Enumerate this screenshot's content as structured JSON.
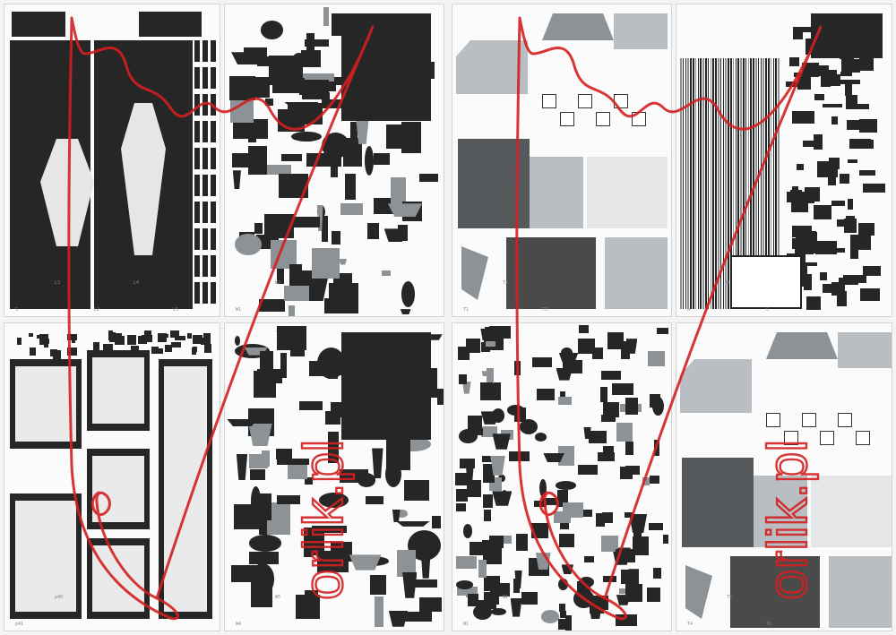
{
  "watermark_text": "orlik.pl",
  "colors": {
    "dark": "#262626",
    "light_grey": "#b9bec2",
    "mid_grey": "#8d9296",
    "paper": "#fbfbfb",
    "red": "#d42020"
  },
  "sheets": [
    {
      "name": "sheet-1",
      "style": "dark-panels",
      "labels": [
        "S",
        "L3",
        "L2",
        "L4",
        "L5"
      ]
    },
    {
      "name": "sheet-2",
      "style": "parts",
      "labels": [
        "W1",
        "W2"
      ]
    },
    {
      "name": "sheet-3",
      "style": "grey-panels",
      "labels": [
        "T1",
        "T2",
        "T3"
      ]
    },
    {
      "name": "sheet-4",
      "style": "strips",
      "labels": [
        "A",
        "B",
        "C"
      ]
    },
    {
      "name": "sheet-5",
      "style": "dark-boxes",
      "labels": [
        "p41",
        "p40"
      ]
    },
    {
      "name": "sheet-6",
      "style": "parts",
      "labels": [
        "W4",
        "W5"
      ]
    },
    {
      "name": "sheet-7",
      "style": "small-parts",
      "labels": [
        "N1",
        "N2"
      ]
    },
    {
      "name": "sheet-8",
      "style": "grey-panels",
      "labels": [
        "T4",
        "T5",
        "T6"
      ]
    }
  ]
}
